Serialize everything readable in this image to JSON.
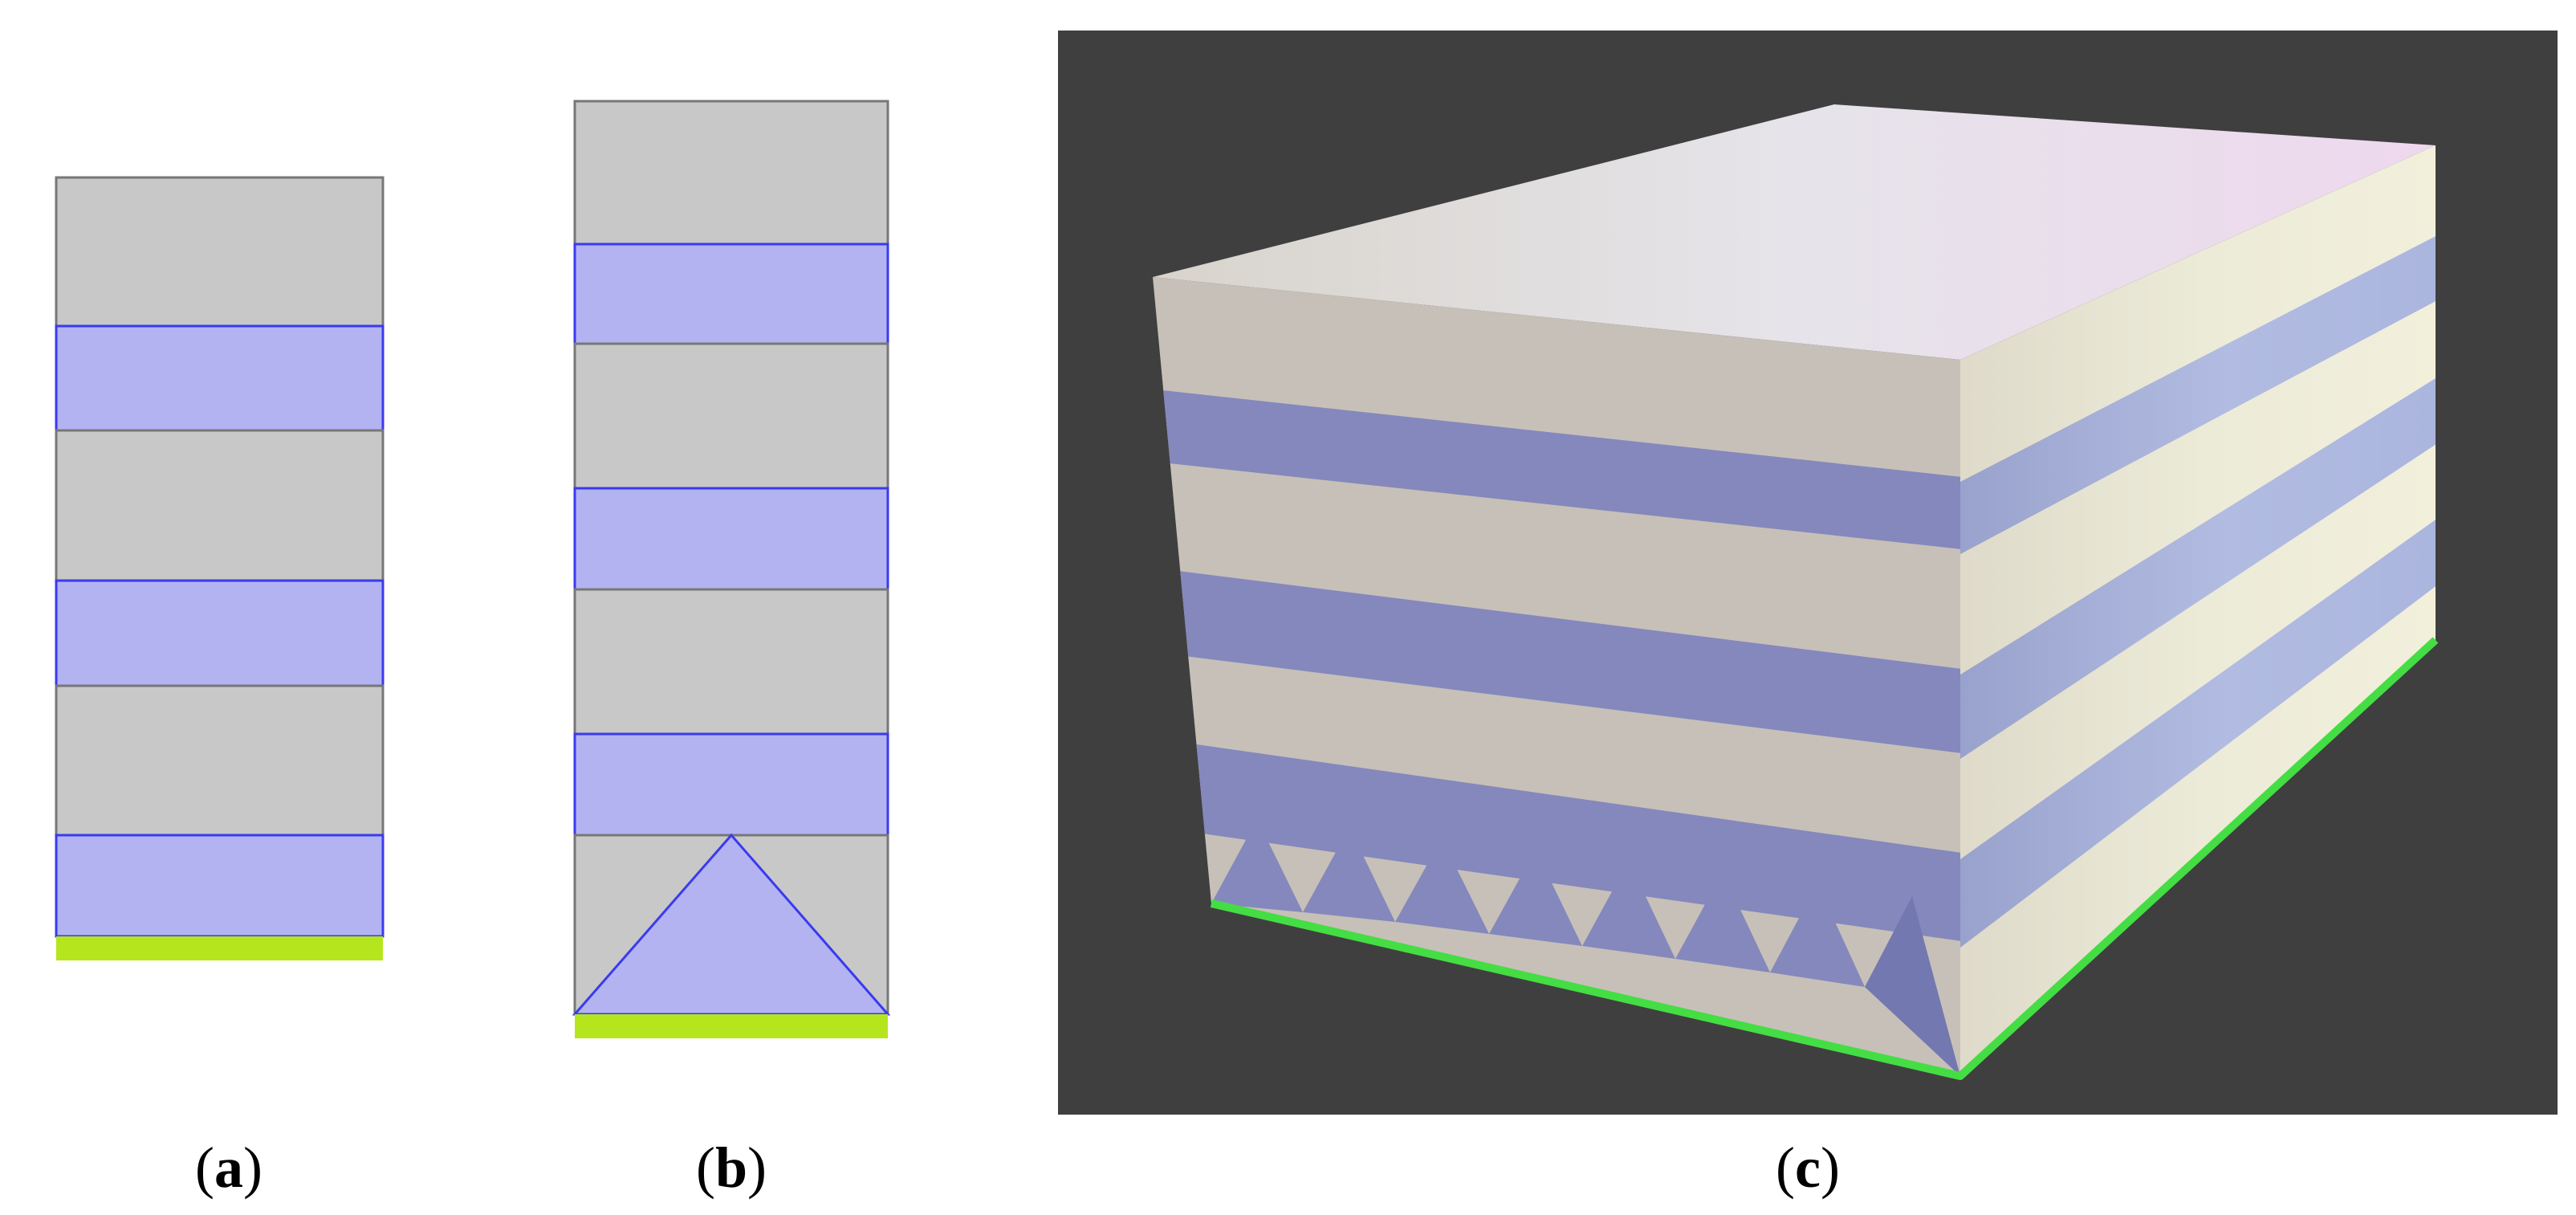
{
  "captions": {
    "a": {
      "open": "(",
      "letter": "a",
      "close": ")"
    },
    "b": {
      "open": "(",
      "letter": "b",
      "close": ")"
    },
    "c": {
      "open": "(",
      "letter": "c",
      "close": ")"
    }
  },
  "colors": {
    "gray_layer": "#c8c8c8",
    "blue_layer": "#b3b3f2",
    "blue_edge": "#3a3af0",
    "gray_edge": "#777777",
    "substrate_yellow_green": "#b5e61d",
    "render_background": "#3f3f3f",
    "substrate_green": "#44dd44"
  }
}
